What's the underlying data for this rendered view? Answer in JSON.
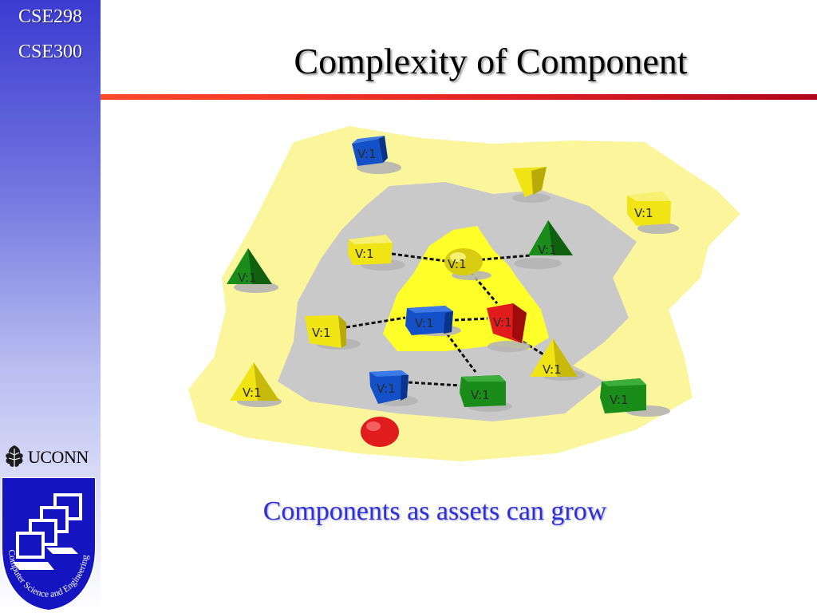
{
  "sidebar": {
    "course_codes": [
      "CSE298",
      "CSE300"
    ],
    "logo_text": "UCONN",
    "badge_text": "Computer Science and Engineering"
  },
  "slide": {
    "title": "Complexity of Component",
    "caption": "Components as assets can grow"
  },
  "diagram": {
    "node_label": "V:1",
    "colors": {
      "blue": "#1450c8",
      "yellow": "#f0e414",
      "green": "#1a8c1a",
      "red": "#e01c1c",
      "outer_region": "#fbf59c",
      "inner_region": "#c9c9c9",
      "core_region": "#ffff2a"
    }
  }
}
